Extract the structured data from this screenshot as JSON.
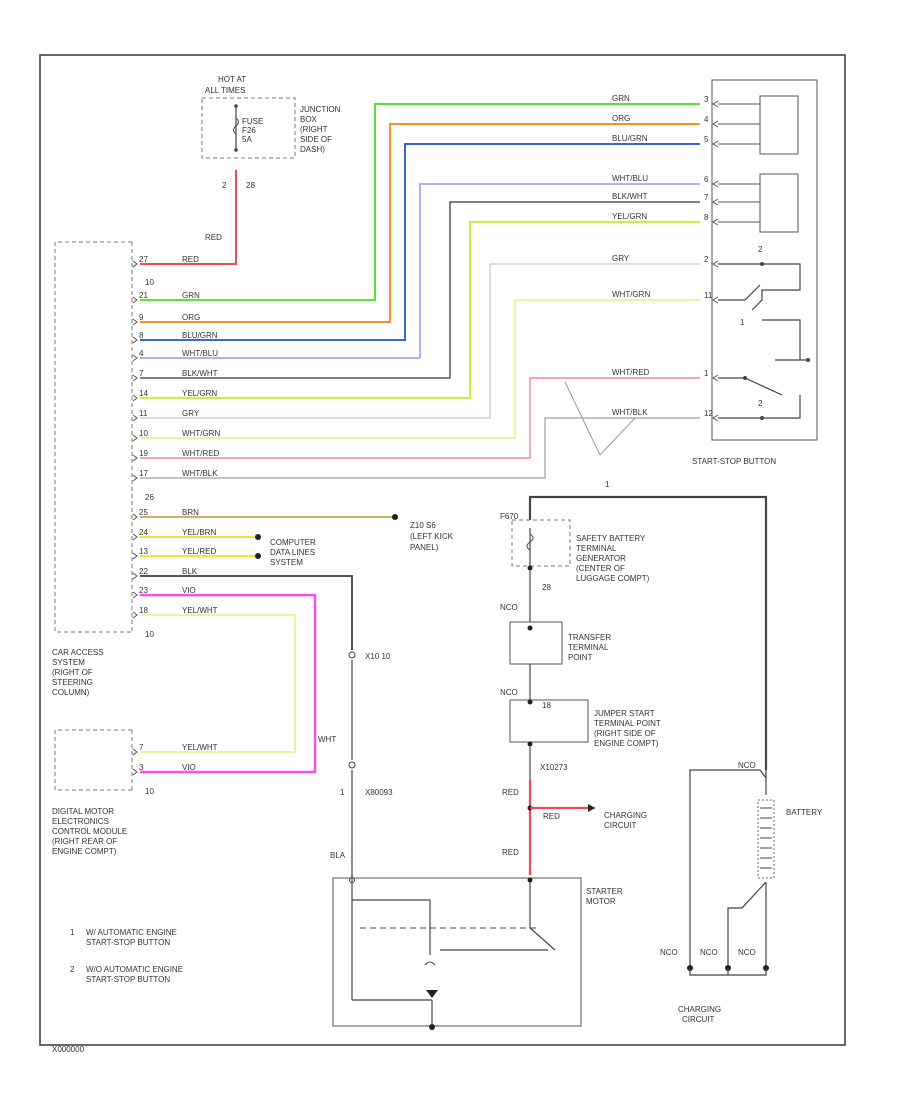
{
  "colors": {
    "red": "#f04a5a",
    "green": "#5ae03a",
    "orange": "#ff8c28",
    "blue": "#3c64dc",
    "lavender": "#9c96f0",
    "black": "#555555",
    "yellowgreen": "#c8f03c",
    "gray": "#bbbbbb",
    "pink": "#f06e82",
    "tan": "#c8b464",
    "yellow": "#f0e632",
    "magenta": "#ff4cf0",
    "lightyellow": "#f0f0a0"
  },
  "fuse_block": {
    "hot_at": "HOT AT",
    "hot_at_2": "ALL TIMES",
    "fuse": "FUSE",
    "fuse_id": "F26",
    "amps": "5A",
    "pin_left": "2",
    "pin_right": "28"
  },
  "junction_box": [
    "JUNCTION",
    "BOX",
    "(RIGHT",
    "SIDE OF",
    "DASH)"
  ],
  "wires": {
    "red": "RED",
    "wht": "WHT",
    "bla": "BLA",
    "red_wire": "RED",
    "red_wire_2": "RED",
    "red_wire_3": "RED",
    "red_wire_4": "RED"
  },
  "cas_pins": [
    {
      "pin": "27",
      "color": "RED"
    },
    {
      "pin": "21",
      "color": "GRN"
    },
    {
      "pin": "9",
      "color": "ORG"
    },
    {
      "pin": "8",
      "color": "BLU/GRN"
    },
    {
      "pin": "4",
      "color": "WHT/BLU"
    },
    {
      "pin": "7",
      "color": "BLK/WHT"
    },
    {
      "pin": "14",
      "color": "YEL/GRN"
    },
    {
      "pin": "11",
      "color": "GRY"
    },
    {
      "pin": "10",
      "color": "WHT/GRN"
    },
    {
      "pin": "19",
      "color": "WHT/RED"
    },
    {
      "pin": "17",
      "color": "WHT/BLK"
    },
    {
      "pin": "25",
      "color": "BRN"
    },
    {
      "pin": "24",
      "color": "YEL/BRN"
    },
    {
      "pin": "13",
      "color": "YEL/RED"
    },
    {
      "pin": "22",
      "color": "BLK"
    },
    {
      "pin": "23",
      "color": "VIO"
    },
    {
      "pin": "18",
      "color": "YEL/WHT"
    }
  ],
  "cas_connector": {
    "top": "10",
    "mid": "26",
    "bot": "10"
  },
  "cas_label": [
    "CAR ACCESS",
    "SYSTEM",
    "(RIGHT OF",
    "STEERING",
    "COLUMN)"
  ],
  "button_pins": [
    {
      "pin": "3",
      "color": "GRN"
    },
    {
      "pin": "4",
      "color": "ORG"
    },
    {
      "pin": "5",
      "color": "BLU/GRN"
    },
    {
      "pin": "6",
      "color": "WHT/BLU"
    },
    {
      "pin": "7",
      "color": "BLK/WHT"
    },
    {
      "pin": "8",
      "color": "YEL/GRN"
    },
    {
      "pin": "2",
      "color": "GRY"
    },
    {
      "pin": "11",
      "color": "WHT/GRN"
    },
    {
      "pin": "1",
      "color": "WHT/RED"
    },
    {
      "pin": "12",
      "color": "WHT/BLK"
    }
  ],
  "button_label": "START-STOP BUTTON",
  "note_ref": "1",
  "note_ref_2": "2",
  "ground1": {
    "id": "Z10 S6",
    "label": [
      "(LEFT KICK",
      "PANEL)"
    ]
  },
  "computer": [
    "COMPUTER",
    "DATA LINES",
    "SYSTEM"
  ],
  "splice": {
    "id": "X10 10",
    "ground": "X80093",
    "pin": "1"
  },
  "dme_pins": [
    {
      "pin": "7",
      "color": "YEL/WHT"
    },
    {
      "pin": "3",
      "color": "VIO"
    }
  ],
  "dme_connector": {
    "bot": "10"
  },
  "dme_label": [
    "DIGITAL MOTOR",
    "ELECTRONICS",
    "CONTROL MODULE",
    "(RIGHT REAR OF",
    "ENGINE COMPT)"
  ],
  "notes": [
    {
      "num": "1",
      "text": "W/ AUTOMATIC ENGINE",
      "text2": "START-STOP BUTTON"
    },
    {
      "num": "2",
      "text": "W/O AUTOMATIC ENGINE",
      "text2": "START-STOP BUTTON"
    }
  ],
  "safety_terminal": {
    "pin": "F670",
    "pin2": "28",
    "label": [
      "SAFETY BATTERY",
      "TERMINAL",
      "GENERATOR",
      "(CENTER OF",
      "LUGGAGE COMPT)"
    ]
  },
  "transfer": {
    "wire": "NCO",
    "label": [
      "TRANSFER",
      "TERMINAL",
      "POINT"
    ]
  },
  "jumper": {
    "wire": "NCO",
    "pin": "18",
    "label": [
      "JUMPER START",
      "TERMINAL POINT",
      "(RIGHT SIDE OF",
      "ENGINE COMPT)"
    ]
  },
  "battery": {
    "label": "BATTERY",
    "wire": "NCO",
    "x_id": "X10273"
  },
  "charging_top": [
    "CHARGING",
    "CIRCUIT"
  ],
  "charging_bot": [
    "CHARGING",
    "CIRCUIT"
  ],
  "charging_wires": [
    "NCO",
    "NCO",
    "NCO"
  ],
  "starter": [
    "STARTER",
    "MOTOR"
  ],
  "footer_id": "X000000"
}
